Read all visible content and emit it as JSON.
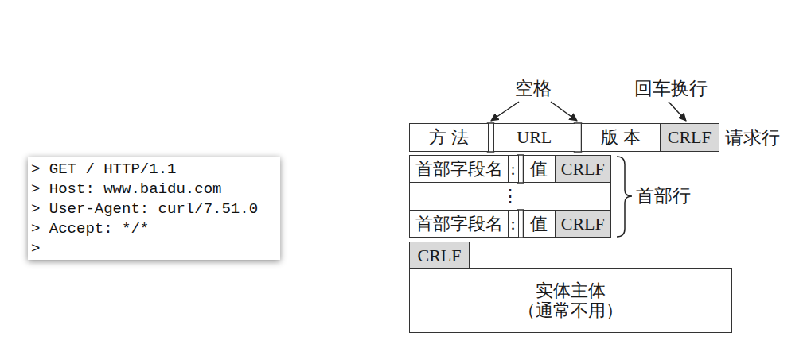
{
  "diagram": {
    "nodes": [
      {
        "text": [
          "> GET / HTTP/1.1",
          "> Host: www.baidu.com",
          "> User-Agent: curl/7.51.0",
          "> Accept: */*",
          ">"
        ]
      },
      {
        "text": [
          "方 法"
        ]
      },
      {
        "text": [
          "URL"
        ]
      },
      {
        "text": [
          "版 本"
        ]
      },
      {
        "text": [
          "CRLF"
        ]
      },
      {
        "text": [
          "首部字段名"
        ]
      },
      {
        "text": [
          ":"
        ]
      },
      {
        "text": [
          "值"
        ]
      },
      {
        "text": [
          "CRLF"
        ]
      },
      {
        "text": [
          "⋮"
        ]
      },
      {
        "text": [
          "首部字段名"
        ]
      },
      {
        "text": [
          ":"
        ]
      },
      {
        "text": [
          "值"
        ]
      },
      {
        "text": [
          "CRLF"
        ]
      },
      {
        "text": [
          "CRLF"
        ]
      },
      {
        "text": [
          "实体主体",
          "（通常不用）"
        ]
      }
    ],
    "labels": [
      "空格",
      "回车换行",
      "请求行",
      "首部行"
    ]
  }
}
